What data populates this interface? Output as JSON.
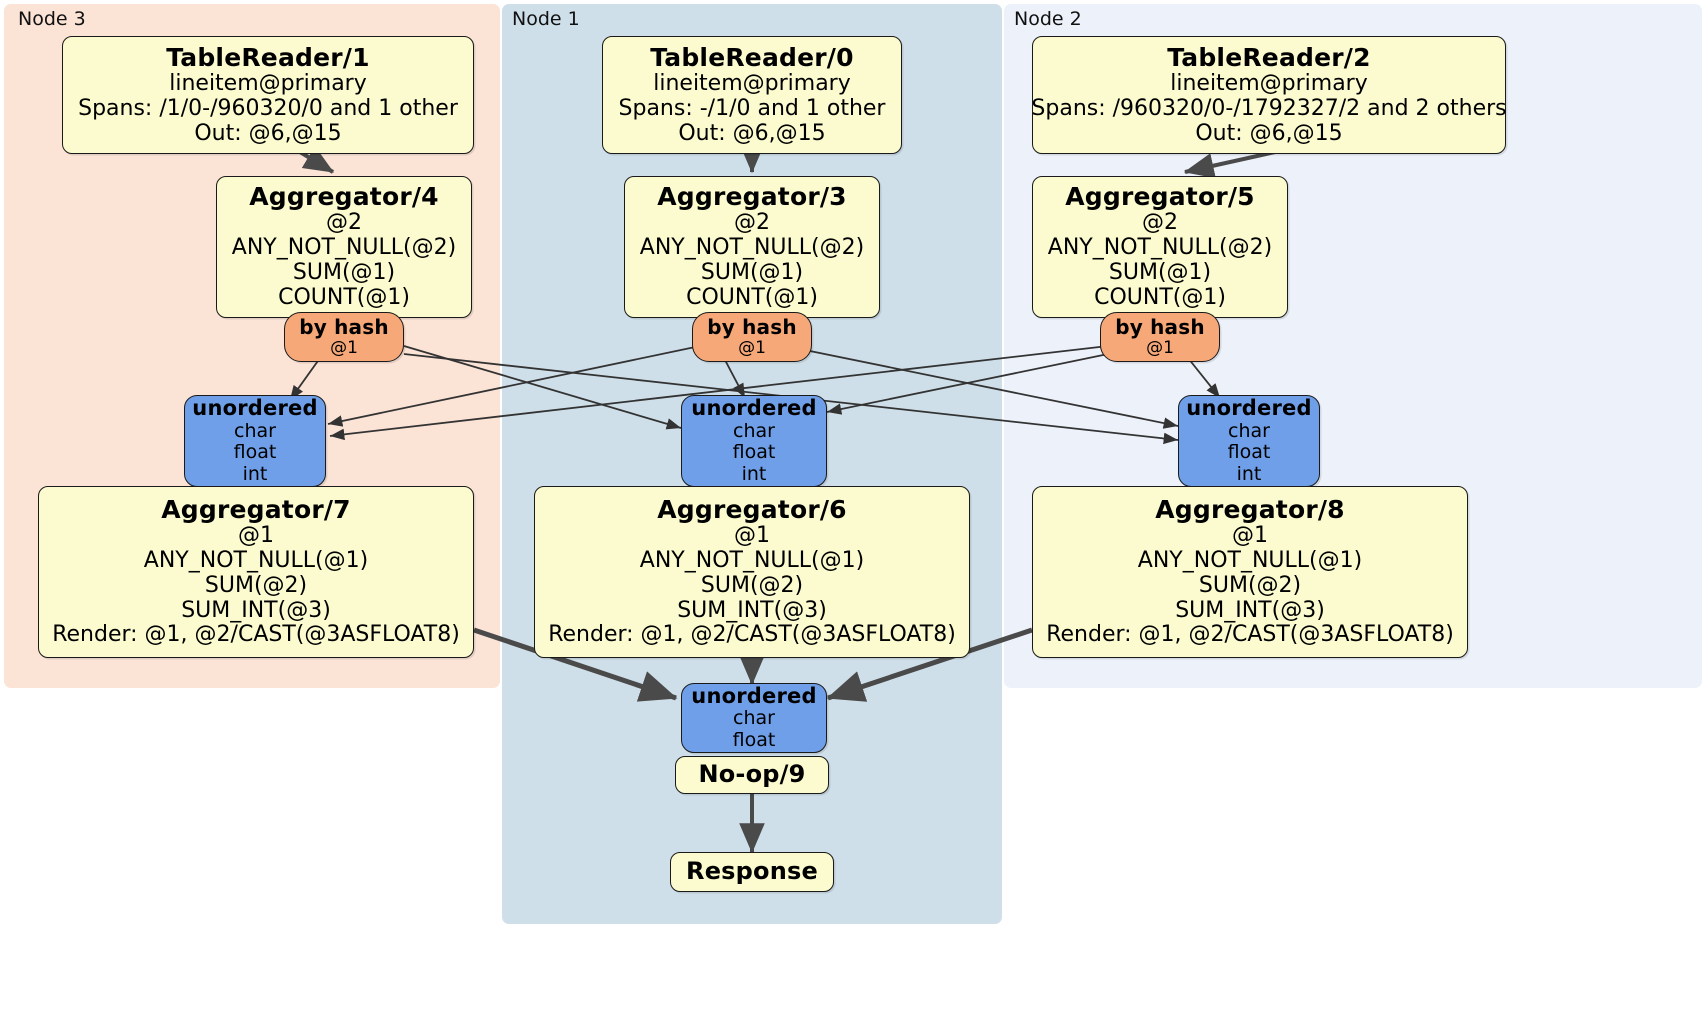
{
  "diagram": {
    "type": "distributed-query-plan",
    "title": "",
    "colors": {
      "node3_bg": "#fbe3d6",
      "node1_bg": "#cfdfe9",
      "node2_bg": "#edf1fa",
      "processor_bg": "#fbfbcf",
      "router_bg": "#f6a878",
      "synchronizer_bg": "#6f9fe8",
      "edge": "#4a4a4a",
      "border": "#1a1a1a"
    }
  },
  "clusters": [
    {
      "id": "node3",
      "label": "Node 3"
    },
    {
      "id": "node1",
      "label": "Node 1"
    },
    {
      "id": "node2",
      "label": "Node 2"
    }
  ],
  "processors": {
    "tablereader_1": {
      "title": "TableReader/1",
      "lines": [
        "lineitem@primary",
        "Spans: /1/0-/960320/0 and 1 other",
        "Out: @6,@15"
      ]
    },
    "tablereader_0": {
      "title": "TableReader/0",
      "lines": [
        "lineitem@primary",
        "Spans: -/1/0 and 1 other",
        "Out: @6,@15"
      ]
    },
    "tablereader_2": {
      "title": "TableReader/2",
      "lines": [
        "lineitem@primary",
        "Spans: /960320/0-/1792327/2 and 2 others",
        "Out: @6,@15"
      ]
    },
    "aggregator_4": {
      "title": "Aggregator/4",
      "lines": [
        "@2",
        "ANY_NOT_NULL(@2)",
        "SUM(@1)",
        "COUNT(@1)"
      ]
    },
    "aggregator_3": {
      "title": "Aggregator/3",
      "lines": [
        "@2",
        "ANY_NOT_NULL(@2)",
        "SUM(@1)",
        "COUNT(@1)"
      ]
    },
    "aggregator_5": {
      "title": "Aggregator/5",
      "lines": [
        "@2",
        "ANY_NOT_NULL(@2)",
        "SUM(@1)",
        "COUNT(@1)"
      ]
    },
    "aggregator_7": {
      "title": "Aggregator/7",
      "lines": [
        "@1",
        "ANY_NOT_NULL(@1)",
        "SUM(@2)",
        "SUM_INT(@3)",
        "Render: @1, @2/CAST(@3ASFLOAT8)"
      ]
    },
    "aggregator_6": {
      "title": "Aggregator/6",
      "lines": [
        "@1",
        "ANY_NOT_NULL(@1)",
        "SUM(@2)",
        "SUM_INT(@3)",
        "Render: @1, @2/CAST(@3ASFLOAT8)"
      ]
    },
    "aggregator_8": {
      "title": "Aggregator/8",
      "lines": [
        "@1",
        "ANY_NOT_NULL(@1)",
        "SUM(@2)",
        "SUM_INT(@3)",
        "Render: @1, @2/CAST(@3ASFLOAT8)"
      ]
    },
    "noop_9": {
      "title": "No-op/9",
      "lines": []
    },
    "response": {
      "title": "Response",
      "lines": []
    }
  },
  "routers": {
    "byhash_4": {
      "title": "by hash",
      "lines": [
        "@1"
      ]
    },
    "byhash_3": {
      "title": "by hash",
      "lines": [
        "@1"
      ]
    },
    "byhash_5": {
      "title": "by hash",
      "lines": [
        "@1"
      ]
    }
  },
  "synchronizers": {
    "unordered_7": {
      "title": "unordered",
      "lines": [
        "char",
        "float",
        "int"
      ]
    },
    "unordered_6": {
      "title": "unordered",
      "lines": [
        "char",
        "float",
        "int"
      ]
    },
    "unordered_8": {
      "title": "unordered",
      "lines": [
        "char",
        "float",
        "int"
      ]
    },
    "unordered_9": {
      "title": "unordered",
      "lines": [
        "char",
        "float"
      ]
    }
  }
}
